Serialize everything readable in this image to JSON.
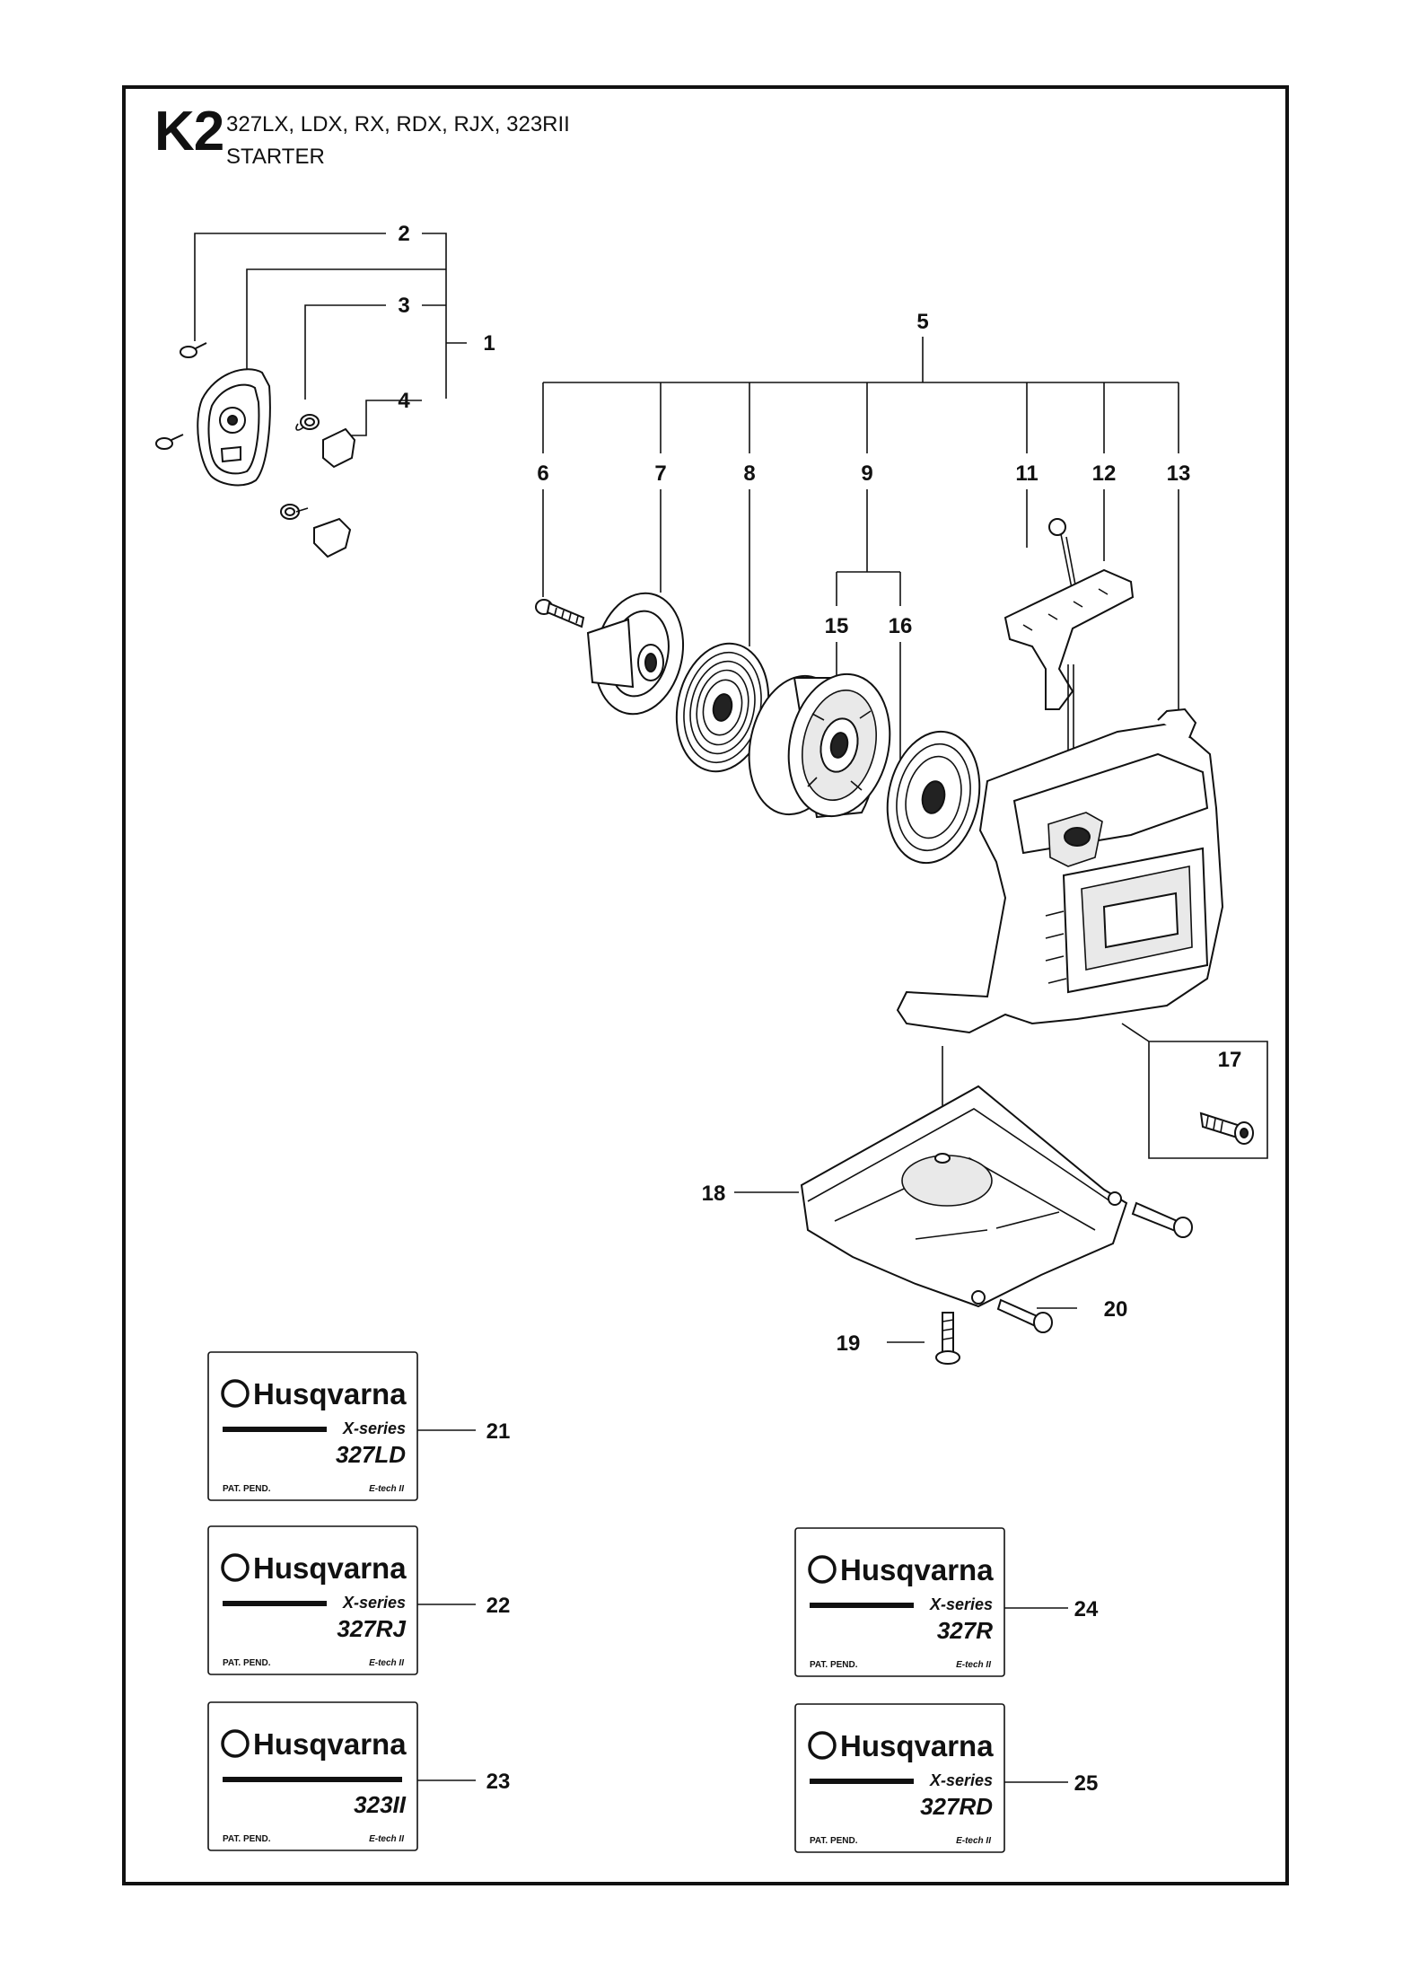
{
  "header": {
    "section_code": "K2",
    "models": "327LX, LDX, RX, RDX, RJX, 323RII",
    "assembly_name": "STARTER"
  },
  "callouts": {
    "c1": "1",
    "c2": "2",
    "c3": "3",
    "c4": "4",
    "c5": "5",
    "c6": "6",
    "c7": "7",
    "c8": "8",
    "c9": "9",
    "c11": "11",
    "c12": "12",
    "c13": "13",
    "c15": "15",
    "c16": "16",
    "c17": "17",
    "c18": "18",
    "c19": "19",
    "c20": "20",
    "c21": "21",
    "c22": "22",
    "c23": "23",
    "c24": "24",
    "c25": "25"
  },
  "decals": [
    {
      "brand": "Husqvarna",
      "series": "X-series",
      "model": "327LD",
      "pat": "PAT. PEND.",
      "tech": "E-tech II"
    },
    {
      "brand": "Husqvarna",
      "series": "X-series",
      "model": "327RJ",
      "pat": "PAT. PEND.",
      "tech": "E-tech II"
    },
    {
      "brand": "Husqvarna",
      "series": "",
      "model": "323II",
      "pat": "PAT. PEND.",
      "tech": "E-tech II"
    },
    {
      "brand": "Husqvarna",
      "series": "X-series",
      "model": "327R",
      "pat": "PAT. PEND.",
      "tech": "E-tech II"
    },
    {
      "brand": "Husqvarna",
      "series": "X-series",
      "model": "327RD",
      "pat": "PAT. PEND.",
      "tech": "E-tech II"
    }
  ]
}
